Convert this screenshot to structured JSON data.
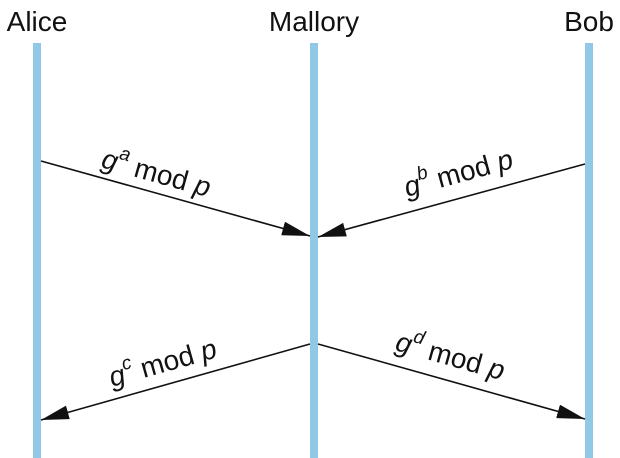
{
  "parties": {
    "alice": "Alice",
    "mallory": "Mallory",
    "bob": "Bob"
  },
  "messages": [
    {
      "from": "Alice",
      "to": "Mallory",
      "base": "g",
      "exponent": "a",
      "rest": " mod ",
      "modulus": "p"
    },
    {
      "from": "Bob",
      "to": "Mallory",
      "base": "g",
      "exponent": "b",
      "rest": " mod ",
      "modulus": "p"
    },
    {
      "from": "Mallory",
      "to": "Alice",
      "base": "g",
      "exponent": "c",
      "rest": " mod ",
      "modulus": "p"
    },
    {
      "from": "Mallory",
      "to": "Bob",
      "base": "g",
      "exponent": "d",
      "rest": " mod ",
      "modulus": "p"
    }
  ],
  "colors": {
    "lifeline": "#90C8E6",
    "arrow": "#111111",
    "text": "#111111"
  }
}
